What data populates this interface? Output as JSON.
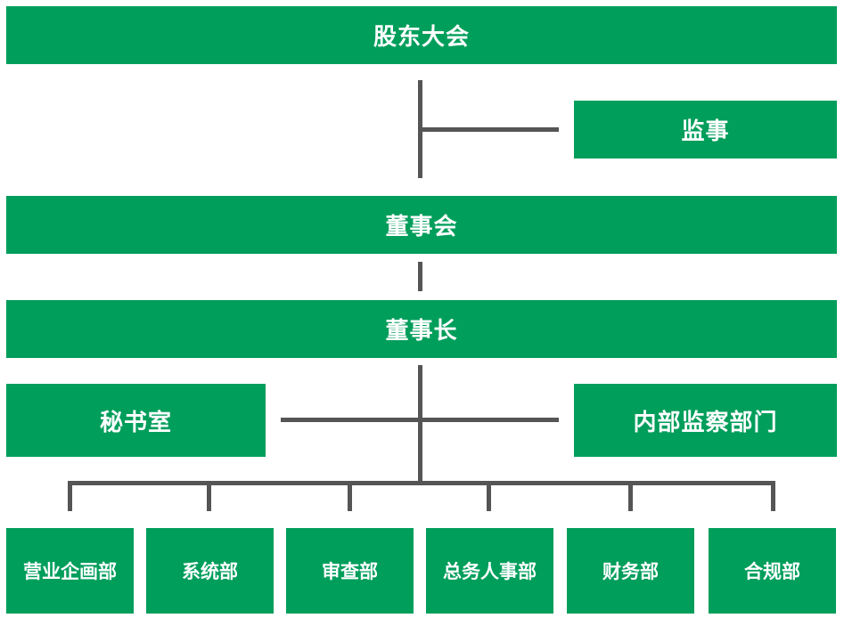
{
  "colors": {
    "box": "#009e5b",
    "text": "#ffffff",
    "connector": "#555555"
  },
  "org": {
    "shareholders_meeting": "股东大会",
    "supervisor": "监事",
    "board": "董事会",
    "chairman": "董事长",
    "secretariat": "秘书室",
    "internal_audit": "内部监察部门",
    "departments": [
      "营业企画部",
      "系统部",
      "审查部",
      "总务人事部",
      "财务部",
      "合规部"
    ]
  }
}
